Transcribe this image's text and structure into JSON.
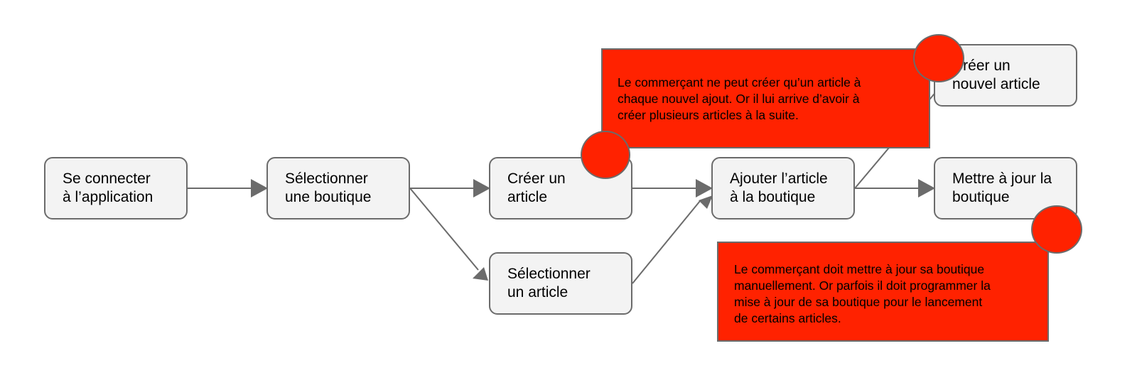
{
  "diagram": {
    "colors": {
      "node_fill": "#f3f3f3",
      "node_border": "#6b6b6b",
      "note_fill": "#ff2200",
      "edge": "#6b6b6b"
    },
    "nodes": {
      "connect": {
        "line1": "Se connecter",
        "line2": "à l’application"
      },
      "shop": {
        "line1": "Sélectionner",
        "line2": "une boutique"
      },
      "create": {
        "line1": "Créer un",
        "line2": "article"
      },
      "select": {
        "line1": "Sélectionner",
        "line2": "un article"
      },
      "add": {
        "line1": "Ajouter l’article",
        "line2": "à la boutique"
      },
      "update": {
        "line1": "Mettre à jour la",
        "line2": "boutique"
      },
      "new": {
        "line1": "Créer un",
        "line2": "nouvel article"
      }
    },
    "notes": {
      "single_article": {
        "lines": [
          "Le commerçant ne peut créer qu’un article à",
          "chaque nouvel ajout. Or il lui arrive d’avoir à",
          "créer plusieurs articles à la suite."
        ]
      },
      "manual_update": {
        "lines": [
          "Le commerçant doit mettre à jour sa boutique",
          "manuellement. Or parfois il doit programmer la",
          "mise à jour de sa boutique pour le lancement",
          "de certains articles."
        ]
      }
    },
    "markers": [
      "pain-point-marker",
      "pain-point-marker",
      "pain-point-marker"
    ]
  }
}
